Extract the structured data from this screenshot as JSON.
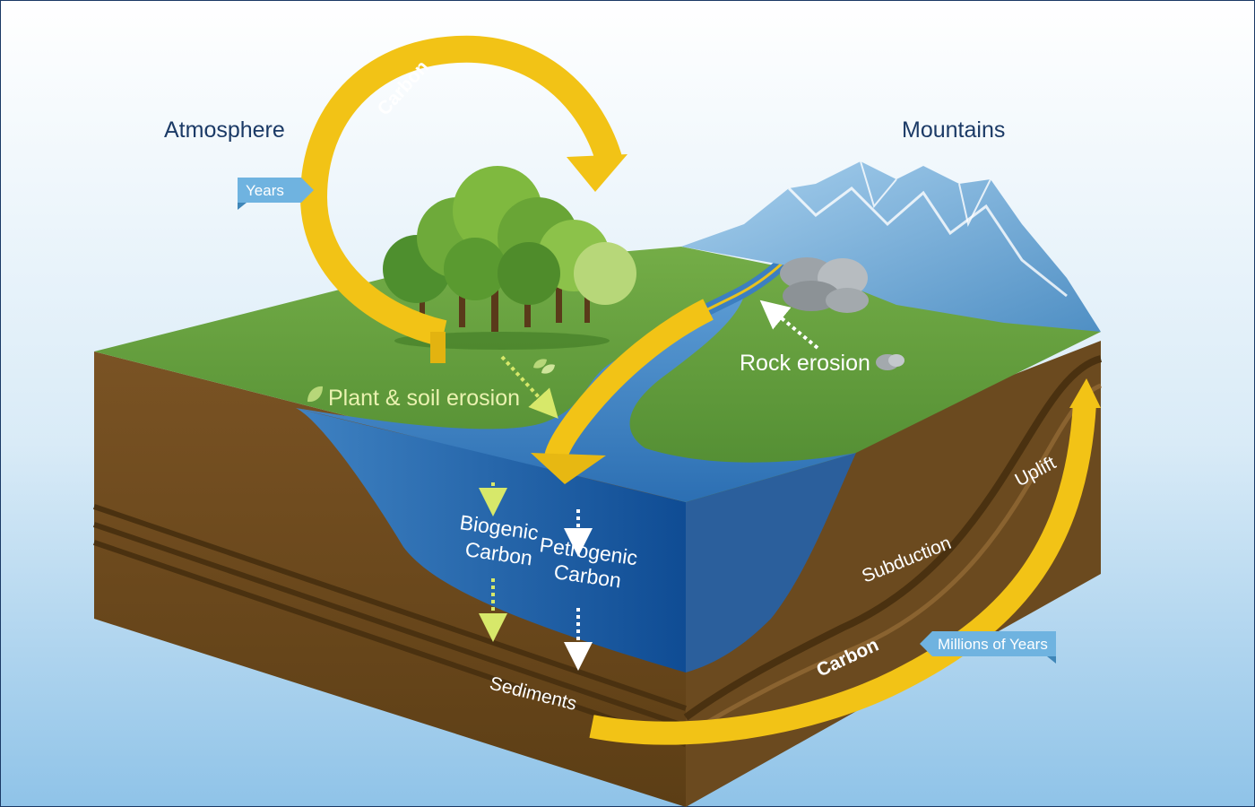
{
  "labels": {
    "atmosphere": "Atmosphere",
    "mountains": "Mountains",
    "years_tag": "Years",
    "carbon_top": "Carbon",
    "plant_soil_erosion": "Plant & soil erosion",
    "rock_erosion": "Rock erosion",
    "biogenic_line1": "Biogenic",
    "biogenic_line2": "Carbon",
    "petrogenic_line1": "Petrogenic",
    "petrogenic_line2": "Carbon",
    "uplift": "Uplift",
    "subduction": "Subduction",
    "millions_tag": "Millions of Years",
    "carbon_bottom": "Carbon",
    "sediments": "Sediments"
  },
  "colors": {
    "sky_top": "#ffffff",
    "sky_bottom": "#8fc3e8",
    "grass": "#5e9a3c",
    "soil": "#6b4a1f",
    "water": "#2f6fb0",
    "carbon_arrow": "#f2c316",
    "mountain": "#7fb6dc",
    "tag": "#6fb3e0",
    "title_text": "#1b3a66"
  }
}
